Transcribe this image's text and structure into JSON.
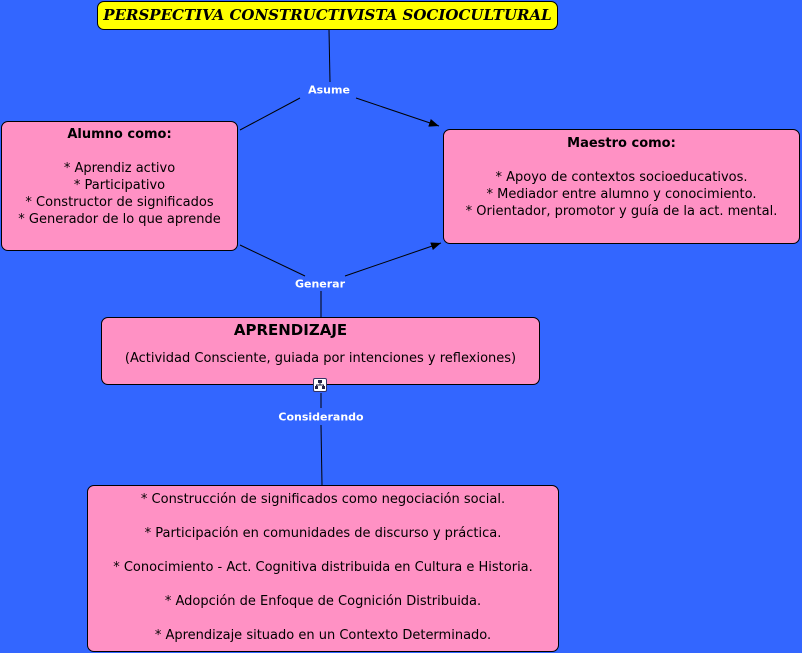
{
  "title": "PERSPECTIVA CONSTRUCTIVISTA SOCIOCULTURAL",
  "alumno": {
    "heading": "Alumno como:",
    "items": [
      "* Aprendiz activo",
      "* Participativo",
      "* Constructor de significados",
      "* Generador de lo que aprende"
    ]
  },
  "maestro": {
    "heading": "Maestro como:",
    "items": [
      "* Apoyo de contextos socioeducativos.",
      "* Mediador entre alumno y conocimiento.",
      "* Orientador, promotor y guía de la act. mental."
    ]
  },
  "aprendizaje": {
    "heading": "APRENDIZAJE",
    "text": "(Actividad Consciente, guiada por intenciones y reflexiones)"
  },
  "bottom": {
    "items": [
      "* Construcción de significados como negociación social.",
      "* Participación en comunidades de discurso y práctica.",
      "* Conocimiento - Act. Cognitiva distribuida en Cultura e Historia.",
      "* Adopción de Enfoque de Cognición Distribuida.",
      "* Aprendizaje situado en un Contexto Determinado."
    ]
  },
  "links": {
    "asume": "Asume",
    "generar": "Generar",
    "considerando": "Considerando"
  },
  "colors": {
    "background": "#3366ff",
    "concept": "#ff91c4",
    "title": "#ffff00"
  }
}
